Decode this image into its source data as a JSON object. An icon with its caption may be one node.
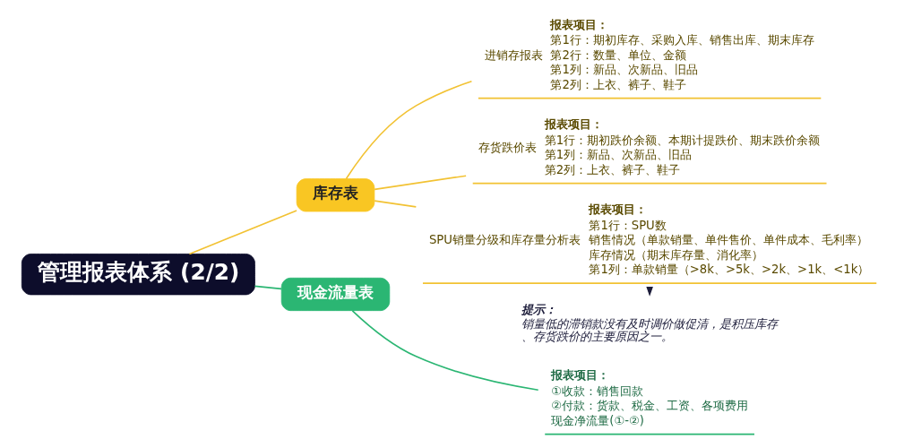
{
  "diagram": {
    "nodes": [
      {
        "text": [
          "管理报表体系 (2/2)"
        ]
      },
      {
        "text": [
          "库存表"
        ]
      },
      {
        "text": [
          "进销存报表",
          "报表项目：",
          "第1行：期初库存、采购入库、销售出库、期末库存",
          "第2行：数量、单位、金额",
          "第1列：新品、次新品、旧品",
          "第2列：上衣、裤子、鞋子"
        ]
      },
      {
        "text": [
          "存货跌价表",
          "报表项目：",
          "第1行：期初跌价余额、本期计提跌价、期末跌价余额",
          "第1列：新品、次新品、旧品",
          "第2列：上衣、裤子、鞋子"
        ]
      },
      {
        "text": [
          "SPU销量分级和库存量分析表",
          "报表项目：",
          "第1行：SPU数",
          "销售情况（单款销量、单件售价、单件成本、毛利率）",
          "库存情况（期末库存量、消化率）",
          "第1列：单款销量（>8k、>5k、>2k、>1k、<1k）"
        ]
      },
      {
        "text": [
          "现金流量表"
        ]
      },
      {
        "text": [
          "报表项目：",
          "①收款：销售回款",
          "②付款：货款、税金、工资、各项费用",
          "现金净流量(①-②)"
        ]
      },
      {
        "text": [
          "提示：",
          "销量低的滞销款没有及时调价做促清，是积压库存、存货跌价的主要原因之一。"
        ]
      }
    ],
    "edges": [
      {
        "from": 0,
        "to": 1,
        "arrow": "none"
      },
      {
        "from": 1,
        "to": 2,
        "arrow": "none"
      },
      {
        "from": 1,
        "to": 3,
        "arrow": "none"
      },
      {
        "from": 1,
        "to": 4,
        "arrow": "none"
      },
      {
        "from": 0,
        "to": 5,
        "arrow": "none",
        "color": "#2bb673"
      },
      {
        "from": 5,
        "to": 6,
        "arrow": "none",
        "color": "#2bb673"
      },
      {
        "from": 4,
        "to": 7,
        "arrow": "to",
        "style": "dashed",
        "color": "#1c1c3a"
      }
    ]
  }
}
